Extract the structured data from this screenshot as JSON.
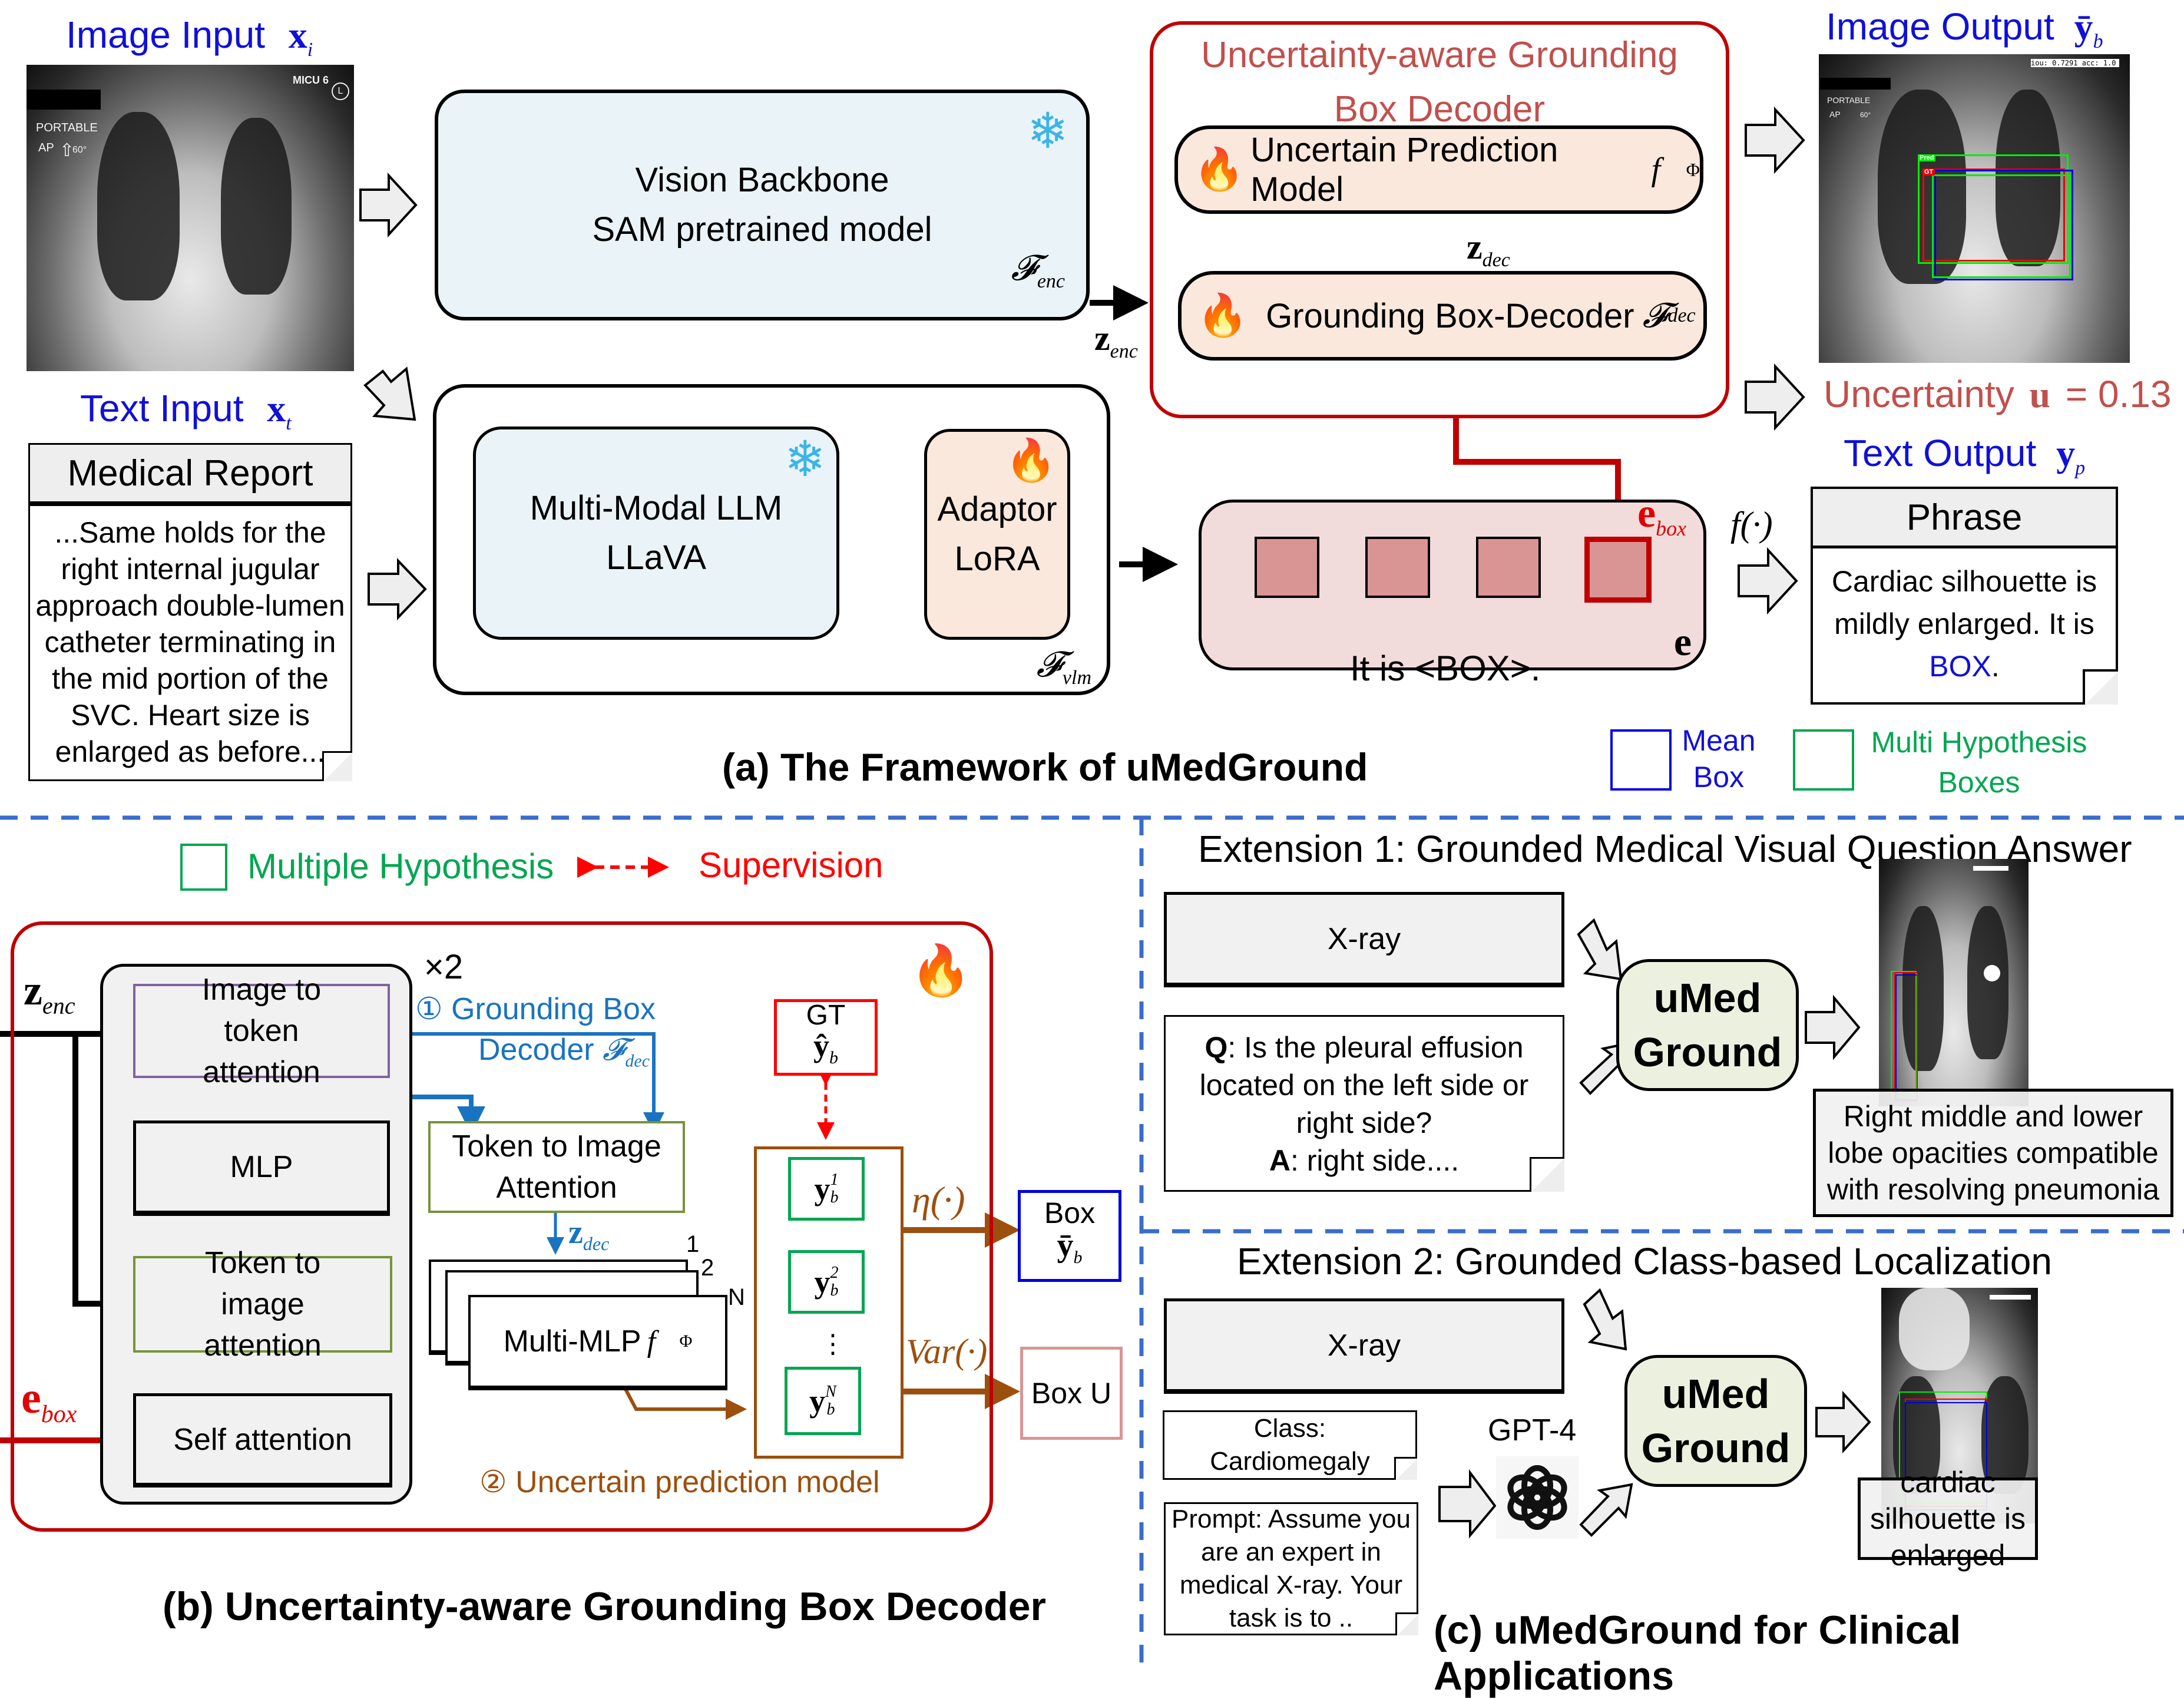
{
  "panel_a": {
    "image_input_label": "Image Input",
    "image_input_symbol": "x",
    "image_input_sub": "i",
    "xray_tags": {
      "portable": "PORTABLE",
      "ap": "AP",
      "angle": "60°",
      "micu": "MICU 6",
      "side": "L"
    },
    "text_input_label": "Text Input",
    "text_input_symbol": "x",
    "text_input_sub": "t",
    "report_title": "Medical Report",
    "report_body": "...Same holds for the right internal jugular approach double-lumen catheter terminating in the mid portion of the SVC.  Heart size is enlarged as before...",
    "vision_backbone_line1": "Vision Backbone",
    "vision_backbone_line2": "SAM pretrained model",
    "f_enc_symbol": "𝓕",
    "f_enc_sub": "enc",
    "z_enc_symbol": "z",
    "z_enc_sub": "enc",
    "mllm_line1": "Multi-Modal LLM",
    "mllm_line2": "LLaVA",
    "adaptor_line1": "Adaptor",
    "adaptor_line2": "LoRA",
    "f_vlm_symbol": "𝓕",
    "f_vlm_sub": "vlm",
    "decoder_title_line1": "Uncertainty-aware Grounding",
    "decoder_title_line2": "Box Decoder",
    "uncertain_model_label": "Uncertain Prediction Model",
    "uncertain_model_symbol": "f⃗",
    "uncertain_model_sub": "Φ",
    "z_dec_symbol": "z",
    "z_dec_sub": "dec",
    "grounding_decoder_label": "Grounding Box-Decoder",
    "f_dec_symbol": "𝓕",
    "f_dec_sub": "dec",
    "e_box_symbol": "e",
    "e_box_sub": "box",
    "e_symbol": "e",
    "token_caption": "It is <BOX>.",
    "f_func": "f(·)",
    "image_output_label": "Image Output",
    "image_output_symbol": "ȳ",
    "image_output_sub": "b",
    "output_xray_tags": {
      "iou": "iou: 0.7291   acc: 1.0",
      "portable": "PORTABLE",
      "ap": "AP",
      "angle": "60°",
      "gt": "GT",
      "pred": "Pred"
    },
    "uncertainty_label": "Uncertainty",
    "uncertainty_symbol": "u",
    "uncertainty_value": "= 0.13",
    "text_output_label": "Text Output",
    "text_output_symbol": "y",
    "text_output_sub": "p",
    "phrase_title": "Phrase",
    "phrase_body_1": "Cardiac silhouette is mildly enlarged. It is",
    "phrase_body_box": "BOX",
    "phrase_body_end": ".",
    "legend_mean_box": "Mean Box",
    "legend_multi_boxes": "Multi Hypothesis Boxes",
    "caption": "(a) The Framework of uMedGround"
  },
  "panel_b": {
    "legend_multiple_hypothesis": "Multiple Hypothesis",
    "legend_supervision": "Supervision",
    "z_enc_symbol": "z",
    "z_enc_sub": "enc",
    "e_box_symbol": "e",
    "e_box_sub": "box",
    "repeat": "×2",
    "image_to_token": "Image to token attention",
    "mlp": "MLP",
    "token_to_image": "Token to image attention",
    "self_attention": "Self attention",
    "grounding_box_label_1": "① Grounding Box",
    "grounding_box_label_2": "Decoder",
    "f_dec_symbol": "𝓕",
    "f_dec_sub": "dec",
    "token_to_image_attention": "Token to Image Attention",
    "z_dec_symbol": "z",
    "z_dec_sub": "dec",
    "stack_labels": [
      "1",
      "2",
      "N"
    ],
    "multi_mlp": "Multi-MLP",
    "multi_mlp_symbol": "f⃗",
    "multi_mlp_sub": "Φ",
    "gt_label": "GT",
    "gt_symbol": "ŷ",
    "gt_sub": "b",
    "hypotheses": [
      {
        "symbol": "y",
        "sub": "b",
        "sup": "1"
      },
      {
        "symbol": "y",
        "sub": "b",
        "sup": "2"
      },
      {
        "symbol": "y",
        "sub": "b",
        "sup": "N"
      }
    ],
    "ellipsis": "⋮",
    "eta_func": "η(·)",
    "var_func": "Var(·)",
    "box_mean_label": "Box",
    "box_mean_symbol": "ȳ",
    "box_mean_sub": "b",
    "box_u_label": "Box U",
    "uncertain_prediction_label": "② Uncertain prediction model",
    "caption": "(b) Uncertainty-aware Grounding Box Decoder"
  },
  "panel_c": {
    "ext1_title": "Extension 1: Grounded Medical Visual Question Answer",
    "ext1_xray": "X-ray",
    "ext1_q_label": "Q",
    "ext1_q_text": ": Is the pleural effusion located on the left side or right side?",
    "ext1_a_label": "A",
    "ext1_a_text": ": right side....",
    "ext1_model_line1": "uMed",
    "ext1_model_line2": "Ground",
    "ext1_result": "Right middle and lower lobe opacities compatible with resolving pneumonia",
    "ext2_title": "Extension 2: Grounded Class-based Localization",
    "ext2_xray": "X-ray",
    "ext2_class": "Class: Cardiomegaly",
    "ext2_prompt": "Prompt: Assume you are an expert in medical X-ray. Your task is to ..",
    "ext2_gpt": "GPT-4",
    "ext2_model_line1": "uMed",
    "ext2_model_line2": "Ground",
    "ext2_result": "cardiac silhouette is enlarged",
    "caption": "(c) uMedGround for Clinical Applications"
  },
  "colors": {
    "label_blue": "#1010d8",
    "decoder_red": "#c00000",
    "title_red": "#c0504d",
    "hypothesis_green": "#00a650",
    "supervision_red": "#ff0000",
    "brown": "#9c4f0e",
    "sky_blue": "#1a73c0",
    "divider_blue": "#3a6ccc",
    "frozen_fill": "#eaf4f8",
    "trainable_fill": "#fbe8dc",
    "token_fill": "#d99594",
    "token_bg": "#f2dcdb",
    "model_fill": "#ebf1de"
  }
}
